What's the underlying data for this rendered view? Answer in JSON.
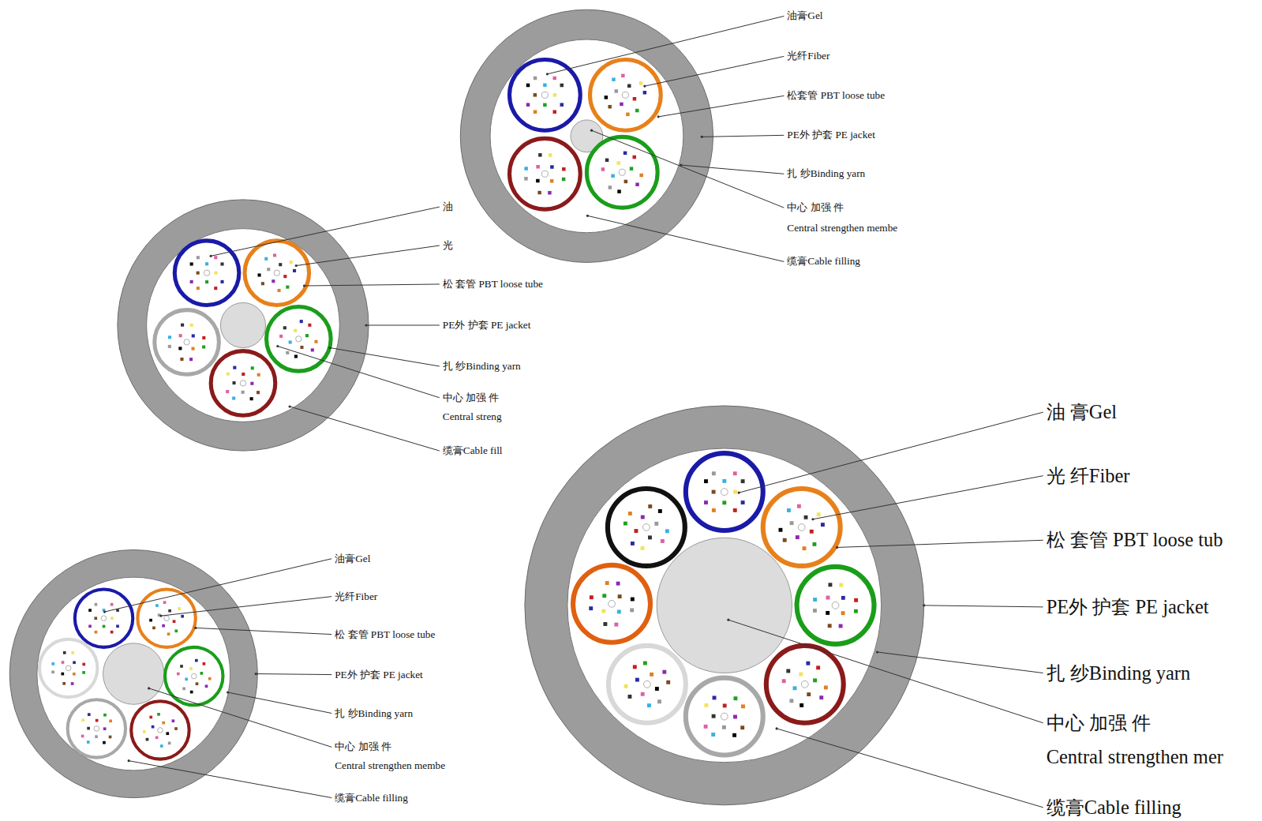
{
  "diagram": {
    "labels": [
      "油膏Gel",
      "光纤Fiber",
      "松套管 PBT loose tube",
      "PE外 护套 PE jacket",
      "扎 纱Binding yarn",
      "中心 加强 件",
      "Central strengthen membe",
      "缆膏Cable filling",
      "油",
      "光",
      "松 套管 PBT loose tube",
      "PE外 护套 PE jacket",
      "扎 纱Binding yarn",
      "中心 加强 件",
      "Central streng",
      "缆膏Cable fill",
      "油膏Gel",
      "光纤Fiber",
      "松 套管 PBT loose tube",
      "PE外 护套 PE jacket",
      "扎 纱Binding yarn",
      "中心 加强 件",
      "Central strengthen membe",
      "缆膏Cable filling",
      "油 膏Gel",
      "光 纤Fiber",
      "松 套管 PBT loose tub",
      "PE外 护套 PE jacket",
      "扎 纱Binding yarn",
      "中心 加强 件",
      "Central strengthen mer",
      "缆膏Cable filling"
    ]
  }
}
